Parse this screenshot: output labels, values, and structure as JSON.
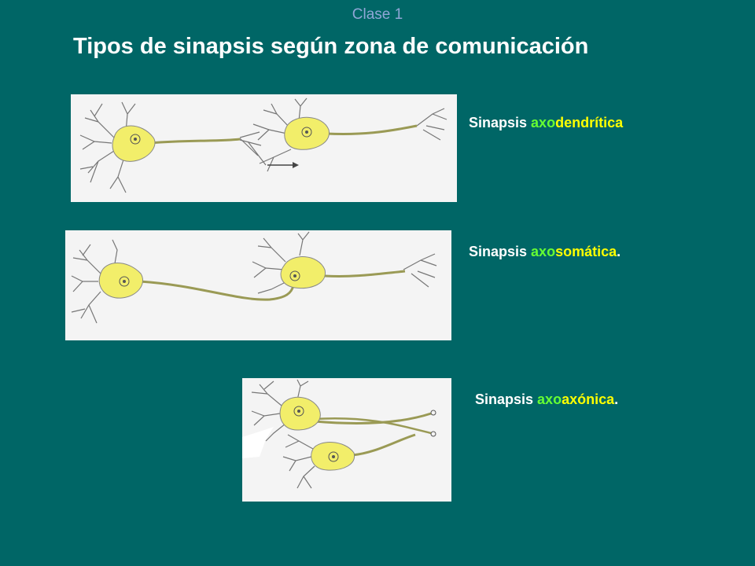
{
  "slide": {
    "header": "Clase 1",
    "title": "Tipos de sinapsis según zona de comunicación"
  },
  "synapses": [
    {
      "word": "Sinapsis",
      "prefix": "axo",
      "suffix": "dendrítica",
      "end": ""
    },
    {
      "word": "Sinapsis",
      "prefix": "axo",
      "suffix": "somática",
      "end": "."
    },
    {
      "word": "Sinapsis",
      "prefix": "axo",
      "suffix": "axónica",
      "end": "."
    }
  ],
  "colors": {
    "background": "#006666",
    "header_text": "#8fa6d6",
    "prefix": "#66ff33",
    "suffix": "#ffff00",
    "neuron_body": "#f2ee6a"
  },
  "icons": [
    "neuron-illustration",
    "arrow-icon"
  ]
}
